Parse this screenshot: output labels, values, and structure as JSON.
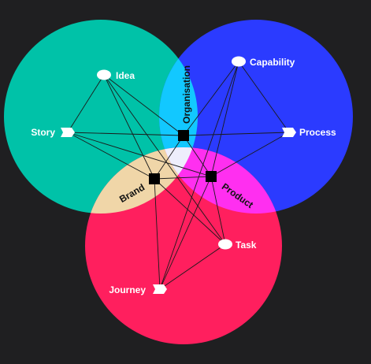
{
  "colors": {
    "background": "#1f1f21",
    "teal": "#00c2a8",
    "blue": "#2b3bff",
    "pink": "#ff1f5e",
    "teal_blue_overlap": "#12c8ff",
    "teal_pink_overlap": "#f0d6a8",
    "blue_pink_overlap": "#ff2ff0",
    "center_overlap": "#eeeefc",
    "node_white": "#ffffff",
    "hub_black": "#000000"
  },
  "circles": [
    {
      "id": "teal",
      "color_key": "teal"
    },
    {
      "id": "blue",
      "color_key": "blue"
    },
    {
      "id": "pink",
      "color_key": "pink"
    }
  ],
  "nodes": [
    {
      "id": "idea",
      "label": "Idea",
      "shape": "ellipse-icon"
    },
    {
      "id": "capability",
      "label": "Capability",
      "shape": "ellipse-icon"
    },
    {
      "id": "story",
      "label": "Story",
      "shape": "chevron-icon"
    },
    {
      "id": "process",
      "label": "Process",
      "shape": "chevron-icon"
    },
    {
      "id": "task",
      "label": "Task",
      "shape": "ellipse-icon"
    },
    {
      "id": "journey",
      "label": "Journey",
      "shape": "chevron-icon"
    }
  ],
  "hubs": [
    {
      "id": "organisation",
      "label": "Organisation",
      "shape": "square-icon"
    },
    {
      "id": "brand",
      "label": "Brand",
      "shape": "square-icon"
    },
    {
      "id": "product",
      "label": "Product",
      "shape": "square-icon"
    }
  ],
  "edges": [
    [
      "idea",
      "organisation"
    ],
    [
      "idea",
      "brand"
    ],
    [
      "idea",
      "story"
    ],
    [
      "idea",
      "task"
    ],
    [
      "capability",
      "organisation"
    ],
    [
      "capability",
      "product"
    ],
    [
      "capability",
      "process"
    ],
    [
      "capability",
      "journey"
    ],
    [
      "story",
      "brand"
    ],
    [
      "story",
      "organisation"
    ],
    [
      "process",
      "organisation"
    ],
    [
      "process",
      "product"
    ],
    [
      "brand",
      "organisation"
    ],
    [
      "brand",
      "product"
    ],
    [
      "brand",
      "task"
    ],
    [
      "brand",
      "journey"
    ],
    [
      "organisation",
      "product"
    ],
    [
      "product",
      "journey"
    ],
    [
      "product",
      "task"
    ],
    [
      "task",
      "journey"
    ],
    [
      "story",
      "product"
    ]
  ]
}
